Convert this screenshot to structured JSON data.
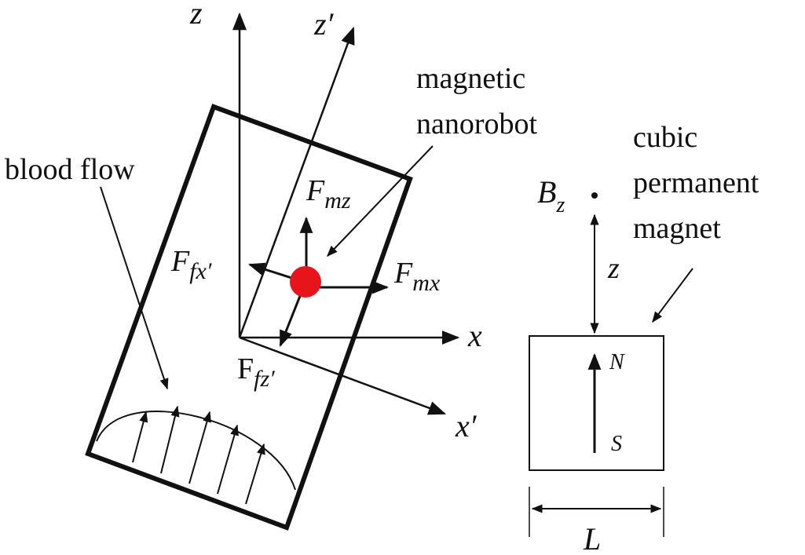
{
  "labels": {
    "z": "z",
    "z_prime": "z′",
    "x": "x",
    "x_prime": "x′",
    "magnetic": "magnetic",
    "nanorobot": "nanorobot",
    "blood_flow": "blood flow",
    "cubic": "cubic",
    "permanent": "permanent",
    "magnet": "magnet",
    "B": "B",
    "B_sub": "z",
    "F_mz": "F",
    "F_mz_sub": "mz",
    "F_mx": "F",
    "F_mx_sub": "mx",
    "F_fx": "F",
    "F_fx_sub": "fx′",
    "F_fz": "F",
    "F_fz_sub": "fz′",
    "z_distance": "z",
    "north": "N",
    "south": "S",
    "L": "L"
  },
  "colors": {
    "ink": "#111111",
    "nanorobot": "#e8141b"
  }
}
